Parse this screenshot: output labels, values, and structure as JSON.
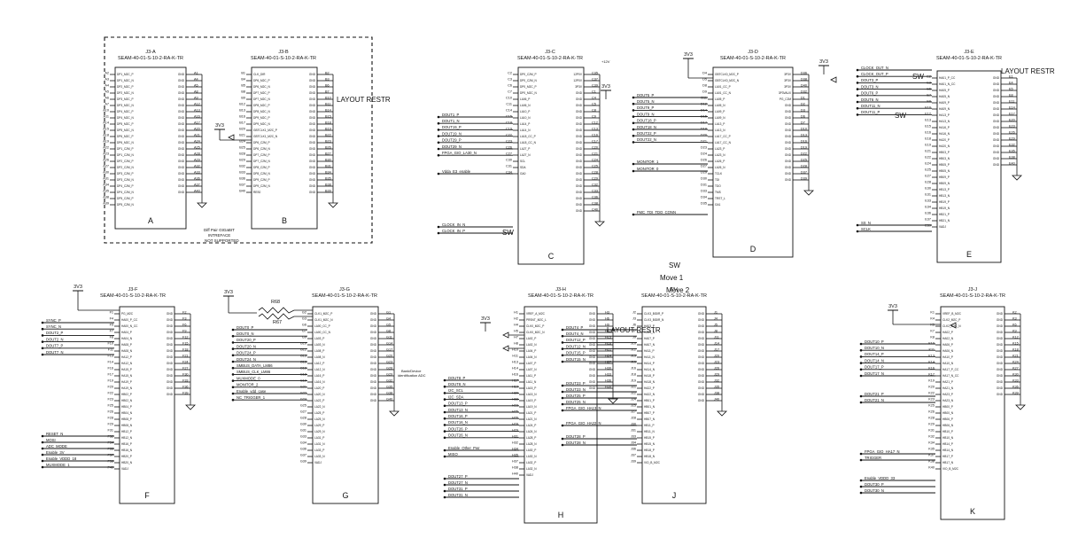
{
  "annotations": {
    "layout_restr": "LAYOUT RESTR",
    "sw": "SW",
    "move1": "Move 1",
    "move2": "Move 2",
    "diffpair_note": [
      "Diff Pair GtGaBIT",
      "INTREFACE",
      "NOT SUPPORTED"
    ],
    "bank_note": [
      "Bank/Device",
      "identification ADC"
    ],
    "v12": "+12V"
  },
  "nets": {
    "v3v3": "3V3",
    "r68": "R68",
    "r67": "R67"
  },
  "connectors": [
    {
      "id": "A",
      "title": "J3-A",
      "part": "SEAM-40-01-S-10-2-RA-K-TR",
      "letter": "A",
      "left": [
        "A2 DP1_M2C_P",
        "A3 DP1_M2C_N",
        "A4 DP2_M2C_P",
        "A5 DP2_M2C_N",
        "A6 DP3_M2C_P",
        "A7 DP3_M2C_N",
        "A10 DP4_M2C_P",
        "A11 DP4_M2C_N",
        "A14 DP5_M2C_P",
        "A15 DP5_M2C_N",
        "A18 DP6_M2C_P",
        "A19 DP6_M2C_N",
        "A22 DP1_C2M_P",
        "A23 DP1_C2M_N",
        "A26 DP2_C2M_P",
        "A27 DP2_C2M_N",
        "A30 DP3_C2M_P",
        "A31 DP3_C2M_N",
        "A34 DP4_C2M_P",
        "A35 DP4_C2M_N",
        "A38 DP5_C2M_P",
        "A39 DP5_C2M_N"
      ],
      "right": [
        "GND A1",
        "GND A4",
        "GND A5",
        "GND A8",
        "GND A9",
        "GND A12",
        "GND A13",
        "GND A16",
        "GND A17",
        "GND A20",
        "GND A21",
        "GND A24",
        "GND A25",
        "GND A28",
        "GND A29",
        "GND A32",
        "GND A33",
        "GND A36",
        "GND A37",
        "GND A40"
      ]
    },
    {
      "id": "B",
      "title": "J3-B",
      "part": "SEAM-40-01-S-10-2-RA-K-TR",
      "letter": "B",
      "left": [
        "B1 CLK_DIR",
        "B4 DP6_M2C_P",
        "B5 DP6_M2C_N",
        "B8 DP7_M2C_P",
        "B9 DP7_M2C_N",
        "B12 DP8_M2C_P",
        "B13 DP8_M2C_N",
        "B16 DP9_M2C_P",
        "B17 DP9_M2C_N",
        "B20 GBTCLK1_M2C_P",
        "B21 GBTCLK1_M2C_N",
        "B24 DP6_C2M_P",
        "B25 DP6_C2M_N",
        "B28 DP7_C2M_P",
        "B29 DP7_C2M_N",
        "B32 DP8_C2M_P",
        "B33 DP8_C2M_N",
        "B36 DP9_C2M_P",
        "B37 DP9_C2M_N",
        "B40 RES0"
      ],
      "right": [
        "GND B2",
        "GND B3",
        "GND B6",
        "GND B7",
        "GND B10",
        "GND B11",
        "GND B14",
        "GND B15",
        "GND B18",
        "GND B19",
        "GND B22",
        "GND B23",
        "GND B26",
        "GND B27",
        "GND B30",
        "GND B31",
        "GND B34",
        "GND B35",
        "GND B38",
        "GND B39"
      ]
    },
    {
      "id": "C",
      "title": "J3-C",
      "part": "SEAM-40-01-S-10-2-RA-K-TR",
      "letter": "C",
      "left": [
        "C2 DP0_C2M_P",
        "C3 DP0_C2M_N",
        "C6 DP0_M2C_P",
        "C7 DP0_M2C_N",
        "C10 LA06_P",
        "C11 LA06_N",
        "C14 LA10_P",
        "C15 LA10_N",
        "C18 LA14_P",
        "C19 LA14_N",
        "C22 LA18_CC_P",
        "C23 LA18_CC_N",
        "C26 LA27_P",
        "C27 LA27_N",
        "C30 SCL",
        "C31 SDA",
        "C34 GA0"
      ],
      "right": [
        "12P0V C35",
        "12P0V C37",
        "3P3V C39",
        "GND C1",
        "GND C4",
        "GND C5",
        "GND C8",
        "GND C9",
        "GND C12",
        "GND C13",
        "GND C16",
        "GND C17",
        "GND C20",
        "GND C21",
        "GND C24",
        "GND C25",
        "GND C28",
        "GND C29",
        "GND C32",
        "GND C33",
        "GND C36",
        "GND C38",
        "GND C40"
      ],
      "nets": [
        "DOUT1_P",
        "DOUT1_N",
        "DOUT19_P",
        "DOUT19_N",
        "DOUT29_P",
        "DOUT29_N",
        "FPGA_GIO_LA30_N",
        "Vdda_E3_enable",
        "CLOCK_IN_N",
        "CLOCK_IN_P"
      ]
    },
    {
      "id": "D",
      "title": "J3-D",
      "part": "SEAM-40-01-S-10-2-RA-K-TR",
      "letter": "D",
      "left": [
        "D4 GBTCLK0_M2C_P",
        "D5 GBTCLK0_M2C_N",
        "D8 LA01_CC_P",
        "D9 LA01_CC_N",
        "D11 LA05_P",
        "D12 LA05_N",
        "D14 LA09_P",
        "D15 LA09_N",
        "D17 LA13_P",
        "D18 LA13_N",
        "D20 LA17_CC_P",
        "D21 LA17_CC_N",
        "D23 LA23_P",
        "D24 LA23_N",
        "D26 LA26_P",
        "D27 LA26_N",
        "D29 TCLK",
        "D30 TDI",
        "D31 TDO",
        "D33 TMS",
        "D34 TRST_L",
        "D35 GA1"
      ],
      "right": [
        "3P3V D36",
        "3P3V D38",
        "3P3V D40",
        "3P3VAUX D32",
        "PG_C2M D1",
        "GND D2",
        "GND D3",
        "GND D6",
        "GND D7",
        "GND D10",
        "GND D13",
        "GND D16",
        "GND D19",
        "GND D22",
        "GND D25",
        "GND D28",
        "GND D37",
        "GND D39"
      ],
      "nets": [
        "DOUT5_P",
        "DOUT5_N",
        "DOUT9_P",
        "DOUT9_N",
        "DOUT18_P",
        "DOUT18_N",
        "DOUT22_P",
        "DOUT22_N",
        "MONITOR_1",
        "MONITOR_0",
        "FMC_TDI_TDO_CONN"
      ]
    },
    {
      "id": "E",
      "title": "J3-E",
      "part": "SEAM-40-01-S-10-2-RA-K-TR",
      "letter": "E",
      "left": [
        "E2 HA01_P_CC",
        "E3 HA01_N_CC",
        "E6 HA05_P",
        "E7 HA05_N",
        "E9 HA09_P",
        "E10 HA09_N",
        "E12 HA13_P",
        "E13 HA13_N",
        "E15 HA16_P",
        "E16 HA16_N",
        "E18 HA20_P",
        "E19 HA20_N",
        "E21 HB03_P",
        "E22 HB03_N",
        "E24 HB05_P",
        "E25 HB05_N",
        "E27 HB09_P",
        "E28 HB09_N",
        "E30 HB13_P",
        "E31 HB13_N",
        "E33 HB19_P",
        "E34 HB19_N",
        "E36 HB21_P",
        "E37 HB21_N",
        "E39 VADJ"
      ],
      "right": [
        "GND E1",
        "GND E4",
        "GND E5",
        "GND E8",
        "GND E11",
        "GND E14",
        "GND E17",
        "GND E20",
        "GND E23",
        "GND E26",
        "GND E29",
        "GND E32",
        "GND E35",
        "GND E38",
        "GND E40"
      ],
      "nets": [
        "CLOCK_OUT_N",
        "CLOCK_OUT_P",
        "DOUT3_P",
        "DOUT3_N",
        "DOUT6_P",
        "DOUT6_N",
        "DOUT11_N",
        "DOUT11_P",
        "SS_N",
        "SCLK"
      ]
    },
    {
      "id": "F",
      "title": "J3-F",
      "part": "SEAM-40-01-S-10-2-RA-K-TR",
      "letter": "F",
      "left": [
        "F1 PG_M2C",
        "F4 HA00_P_CC",
        "F5 HA00_N_CC",
        "F7 HA04_P",
        "F8 HA04_N",
        "F10 HA08_P",
        "F11 HA08_N",
        "F13 HA12_P",
        "F14 HA12_N",
        "F16 HA15_P",
        "F17 HA15_N",
        "F19 HA19_P",
        "F20 HA19_N",
        "F22 HB02_P",
        "F23 HB02_N",
        "F25 HB04_P",
        "F26 HB04_N",
        "F28 HB08_P",
        "F29 HB08_N",
        "F31 HB12_P",
        "F32 HB12_N",
        "F34 HB16_P",
        "F35 HB16_N",
        "F37 HB20_P",
        "F38 HB20_N",
        "F40 VADJ"
      ],
      "right": [
        "GND F2",
        "GND F3",
        "GND F6",
        "GND F9",
        "GND F12",
        "GND F15",
        "GND F18",
        "GND F21",
        "GND F24",
        "GND F27",
        "GND F30",
        "GND F33",
        "GND F36",
        "GND F39"
      ],
      "nets": [
        "SYNC_P",
        "SYNC_N",
        "DOUT2_P",
        "DOUT2_N",
        "DOUT7_P",
        "DOUT7_N",
        "RESET_N",
        "MOSI",
        "ADC_MODE",
        "Enable_3V",
        "Enable_VDDD_18",
        "MUXMODE_1"
      ]
    },
    {
      "id": "G",
      "title": "J3-G",
      "part": "SEAM-40-01-S-10-2-RA-K-TR",
      "letter": "G",
      "left": [
        "G2 CLK1_M2C_P",
        "G3 CLK1_M2C_N",
        "G6 LA00_CC_P",
        "G7 LA00_CC_N",
        "G9 LA03_P",
        "G10 LA03_N",
        "G12 LA08_P",
        "G13 LA08_N",
        "G15 LA12_P",
        "G16 LA12_N",
        "G18 LA16_P",
        "G19 LA16_N",
        "G21 LA20_P",
        "G22 LA20_N",
        "G24 LA22_P",
        "G25 LA22_N",
        "G27 LA25_P",
        "G28 LA25_N",
        "G30 LA29_P",
        "G31 LA29_N",
        "G33 LA31_P",
        "G34 LA31_N",
        "G36 LA33_P",
        "G37 LA33_N",
        "G39 VADJ"
      ],
      "right": [
        "GND G1",
        "GND G4",
        "GND G5",
        "GND G8",
        "GND G11",
        "GND G14",
        "GND G17",
        "GND G20",
        "GND G23",
        "GND G26",
        "GND G29",
        "GND G32",
        "GND G35",
        "GND G38",
        "GND G40"
      ],
      "nets": [
        "DOUT0_P",
        "DOUT0_N",
        "DOUT20_P",
        "DOUT20_N",
        "DOUT24_P",
        "DOUT24_N",
        "SMBUS_DATA_LM86",
        "SMBUS_CLK_LM86",
        "MUXMODE_0",
        "MONITOR_2",
        "Enable_vdd_case",
        "NC_TRIGGER_1"
      ]
    },
    {
      "id": "H",
      "title": "J3-H",
      "part": "SEAM-40-01-S-10-2-RA-K-TR",
      "letter": "H",
      "left": [
        "H1 VREF_A_M2C",
        "H2 PRSNT_M2C_L",
        "H4 CLK0_M2C_P",
        "H5 CLK0_M2C_N",
        "H7 LA02_P",
        "H8 LA02_N",
        "H10 LA04_P",
        "H11 LA04_N",
        "H13 LA07_P",
        "H14 LA07_N",
        "H16 LA11_P",
        "H17 LA11_N",
        "H19 LA15_P",
        "H20 LA15_N",
        "H22 LA19_P",
        "H23 LA19_N",
        "H25 LA21_P",
        "H26 LA21_N",
        "H28 LA24_P",
        "H29 LA24_N",
        "H31 LA28_P",
        "H32 LA28_N",
        "H34 LA30_P",
        "H35 LA30_N",
        "H37 LA32_P",
        "H38 LA32_N",
        "H40 VADJ"
      ],
      "right": [
        "GND H3",
        "GND H6",
        "GND H9",
        "GND H12",
        "GND H15",
        "GND H18",
        "GND H21",
        "GND H24",
        "GND H27",
        "GND H30",
        "GND H33",
        "GND H36",
        "GND H39"
      ],
      "nets": [
        "DOUT8_P",
        "DOUT8_N",
        "I2C_SCL",
        "I2C_SDA",
        "DOUT13_P",
        "DOUT13_N",
        "DOUT16_P",
        "DOUT16_N",
        "DOUT26_P",
        "DOUT26_N",
        "Enable_Other_Pwr",
        "MISO",
        "DOUT27_P",
        "DOUT27_N",
        "DOUT31_P",
        "DOUT31_N"
      ]
    },
    {
      "id": "I",
      "title": "J3-I",
      "part": "SEAM-40-01-S-10-2-RA-K-TR",
      "letter": "J",
      "left": [
        "J2 CLK3_BIDIR_P",
        "J3 CLK3_BIDIR_N",
        "J6 HA03_P",
        "J7 HA03_N",
        "J9 HA07_P",
        "J10 HA07_N",
        "J12 HA11_P",
        "J13 HA11_N",
        "J15 HA14_P",
        "J16 HA14_N",
        "J18 HA18_P",
        "J19 HA18_N",
        "J21 HA22_P",
        "J22 HA22_N",
        "J24 HB01_P",
        "J25 HB01_N",
        "J27 HB07_P",
        "J28 HB07_N",
        "J30 HB11_P",
        "J31 HB11_N",
        "J33 HB15_P",
        "J34 HB15_N",
        "J36 HB18_P",
        "J37 HB18_N",
        "J39 VIO_B_M2C"
      ],
      "right": [
        "GND J1",
        "GND J4",
        "GND J5",
        "GND J8",
        "GND J11",
        "GND J14",
        "GND J17",
        "GND J20",
        "GND J23",
        "GND J26",
        "GND J29",
        "GND J32",
        "GND J35",
        "GND J38",
        "GND J40"
      ],
      "nets": [
        "DOUT4_P",
        "DOUT4_N",
        "DOUT12_P",
        "DOUT12_N",
        "DOUT15_P",
        "DOUT15_N",
        "DOUT23_P",
        "DOUT23_N",
        "DOUT25_P",
        "DOUT25_N",
        "FPGA_GIO_HA13_N",
        "FPGA_GIO_HA22_N",
        "DOUT28_P",
        "DOUT28_N"
      ]
    },
    {
      "id": "J",
      "title": "J3-J",
      "part": "SEAM-40-01-S-10-2-RA-K-TR",
      "letter": "K",
      "left": [
        "K1 VREF_B_M2C",
        "K4 CLK2_M2C_P",
        "K5 CLK2_M2C_N",
        "K7 HA02_P",
        "K8 HA02_N",
        "K10 HA06_P",
        "K11 HA06_N",
        "K13 HA10_P",
        "K14 HA10_N",
        "K16 HA17_P_CC",
        "K17 HA17_N_CC",
        "K19 HA21_P",
        "K20 HA21_N",
        "K22 HA23_P",
        "K23 HA23_N",
        "K25 HB00_P",
        "K26 HB00_N",
        "K28 HB06_P",
        "K29 HB06_N",
        "K31 HB10_P",
        "K32 HB10_N",
        "K34 HB14_P",
        "K35 HB14_N",
        "K37 HB17_P",
        "K38 HB17_N",
        "K40 VIO_B_M2C"
      ],
      "right": [
        "GND K2",
        "GND K3",
        "GND K6",
        "GND K9",
        "GND K12",
        "GND K15",
        "GND K18",
        "GND K21",
        "GND K24",
        "GND K27",
        "GND K30",
        "GND K33",
        "GND K36",
        "GND K39"
      ],
      "nets": [
        "DOUT10_P",
        "DOUT10_N",
        "DOUT14_P",
        "DOUT14_N",
        "DOUT17_P",
        "DOUT17_N",
        "DOUT21_P",
        "DOUT21_N",
        "FPGA_GIO_HA17_N",
        "TRIGGER",
        "Enable_VDDD_33",
        "DOUT30_P",
        "DOUT30_N"
      ]
    }
  ],
  "colors": {
    "line": "#111111",
    "background": "#ffffff"
  }
}
